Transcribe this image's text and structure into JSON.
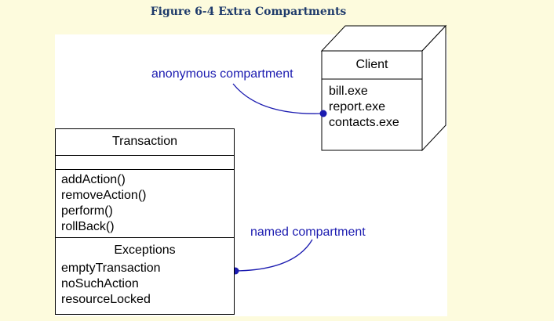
{
  "figure_caption": "Figure 6-4 Extra Compartments",
  "transaction": {
    "name": "Transaction",
    "operations": [
      "addAction()",
      "removeAction()",
      "perform()",
      "rollBack()"
    ],
    "exceptions_label": "Exceptions",
    "exceptions": [
      "emptyTransaction",
      "noSuchAction",
      "resourceLocked"
    ]
  },
  "client": {
    "name": "Client",
    "artifacts": [
      "bill.exe",
      "report.exe",
      "contacts.exe"
    ]
  },
  "annotations": {
    "anonymous": "anonymous compartment",
    "named": "named compartment"
  },
  "colors": {
    "annotation": "#1b1bb0",
    "background": "#fdfbdd",
    "caption": "#1f3b6b"
  }
}
